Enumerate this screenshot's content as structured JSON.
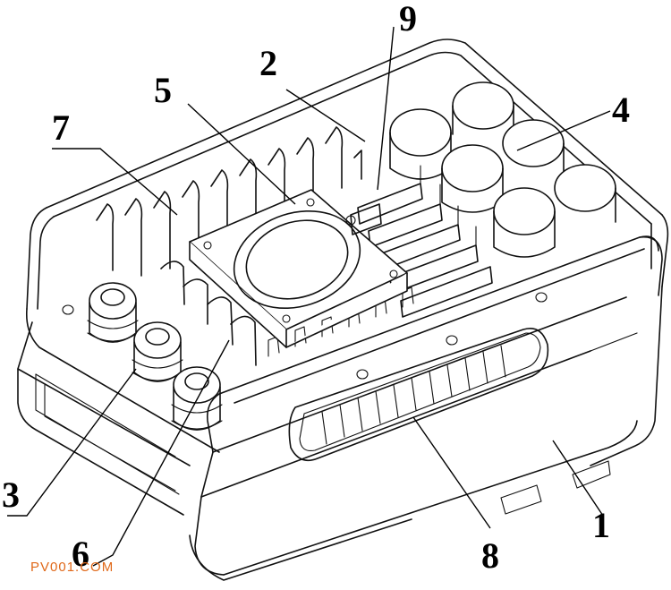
{
  "figure": {
    "callouts": [
      {
        "id": "1",
        "label": "1"
      },
      {
        "id": "2",
        "label": "2"
      },
      {
        "id": "3",
        "label": "3"
      },
      {
        "id": "4",
        "label": "4"
      },
      {
        "id": "5",
        "label": "5"
      },
      {
        "id": "6",
        "label": "6"
      },
      {
        "id": "7",
        "label": "7"
      },
      {
        "id": "8",
        "label": "8"
      },
      {
        "id": "9",
        "label": "9"
      }
    ],
    "watermark": "PV001.COM"
  }
}
